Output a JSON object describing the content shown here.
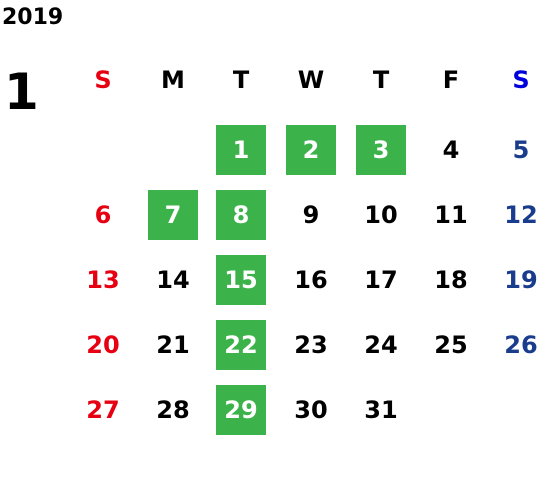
{
  "year": "2019",
  "month": "1",
  "weekdays": [
    "S",
    "M",
    "T",
    "W",
    "T",
    "F",
    "S"
  ],
  "highlight_color": "#3cb34a",
  "sunday_color": "#e60012",
  "saturday_color": "#1a3c8c",
  "weeks": [
    [
      {
        "day": ""
      },
      {
        "day": ""
      },
      {
        "day": "1",
        "highlight": true
      },
      {
        "day": "2",
        "highlight": true
      },
      {
        "day": "3",
        "highlight": true
      },
      {
        "day": "4"
      },
      {
        "day": "5"
      }
    ],
    [
      {
        "day": "6"
      },
      {
        "day": "7",
        "highlight": true
      },
      {
        "day": "8",
        "highlight": true
      },
      {
        "day": "9"
      },
      {
        "day": "10"
      },
      {
        "day": "11"
      },
      {
        "day": "12"
      }
    ],
    [
      {
        "day": "13"
      },
      {
        "day": "14"
      },
      {
        "day": "15",
        "highlight": true
      },
      {
        "day": "16"
      },
      {
        "day": "17"
      },
      {
        "day": "18"
      },
      {
        "day": "19"
      }
    ],
    [
      {
        "day": "20"
      },
      {
        "day": "21"
      },
      {
        "day": "22",
        "highlight": true
      },
      {
        "day": "23"
      },
      {
        "day": "24"
      },
      {
        "day": "25"
      },
      {
        "day": "26"
      }
    ],
    [
      {
        "day": "27"
      },
      {
        "day": "28"
      },
      {
        "day": "29",
        "highlight": true
      },
      {
        "day": "30"
      },
      {
        "day": "31"
      },
      {
        "day": ""
      },
      {
        "day": ""
      }
    ]
  ]
}
